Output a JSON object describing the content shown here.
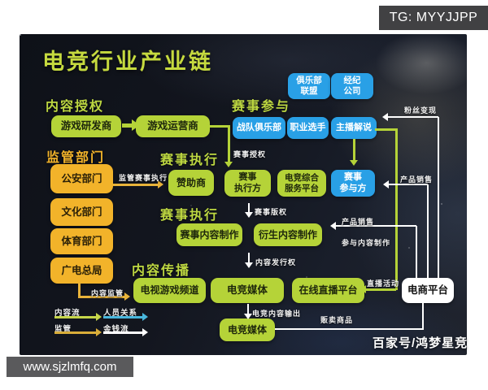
{
  "title": "电竞行业产业链",
  "watermarks": {
    "tg_badge": "TG: MYYJJPP",
    "site_badge": "www.sjzlmfq.com",
    "credit": "百家号/鸿梦星竞"
  },
  "sections": {
    "content_license": "内容授权",
    "regulators": "监管部门",
    "event_participation": "赛事参与",
    "event_execution_a": "赛事执行",
    "event_execution_b": "赛事执行",
    "content_distribution": "内容传播"
  },
  "nodes": {
    "game_developer": {
      "label": "游戏研发商",
      "type": "green"
    },
    "game_operator": {
      "label": "游戏运营商",
      "type": "green"
    },
    "club_alliance": {
      "label": "俱乐部\n联盟",
      "type": "blue"
    },
    "agency": {
      "label": "经纪\n公司",
      "type": "blue"
    },
    "team_club": {
      "label": "战队俱乐部",
      "type": "blue"
    },
    "pro_player": {
      "label": "职业选手",
      "type": "blue"
    },
    "anchor_commentator": {
      "label": "主播解说",
      "type": "blue"
    },
    "public_security": {
      "label": "公安部门",
      "type": "yellow"
    },
    "culture_dept": {
      "label": "文化部门",
      "type": "yellow"
    },
    "sports_dept": {
      "label": "体育部门",
      "type": "yellow"
    },
    "broadcast_bureau": {
      "label": "广电总局",
      "type": "yellow"
    },
    "sponsor": {
      "label": "赞助商",
      "type": "green"
    },
    "event_executor": {
      "label": "赛事\n执行方",
      "type": "green"
    },
    "esports_service_platform": {
      "label": "电竞综合\n服务平台",
      "type": "green"
    },
    "event_participant": {
      "label": "赛事\n参与方",
      "type": "blue"
    },
    "event_content_creation": {
      "label": "赛事内容制作",
      "type": "green"
    },
    "derivative_content_creation": {
      "label": "衍生内容制作",
      "type": "green"
    },
    "tv_game_channel": {
      "label": "电视游戏频道",
      "type": "green"
    },
    "esports_media_upper": {
      "label": "电竞媒体",
      "type": "green"
    },
    "online_live_platform": {
      "label": "在线直播平台",
      "type": "green"
    },
    "ecommerce_platform": {
      "label": "电商平台",
      "type": "white"
    },
    "esports_media_lower": {
      "label": "电竞媒体",
      "type": "green"
    }
  },
  "edge_labels": {
    "event_license": "赛事授权",
    "supervise_event_execution": "监管赛事执行",
    "event_copyright": "赛事版权",
    "content_supervision": "内容监管",
    "content_publish_right": "内容发行权",
    "esports_content_output": "电竞内容输出",
    "fan_monetization": "粉丝变现",
    "product_sales_upper": "产品销售",
    "product_sales_lower": "产品销售",
    "participate_content_creation": "参与内容制作",
    "live_activity": "直播活动",
    "sell_goods": "贩卖商品"
  },
  "legend": {
    "content_flow": "内容流",
    "personnel_relation": "人员关系",
    "supervision": "监管",
    "money_flow": "金钱流"
  },
  "colors": {
    "node_green": "#b5d338",
    "node_yellow": "#f2b32a",
    "node_blue": "#29a0e6",
    "node_white": "#ffffff",
    "arrow_green": "#b5d338",
    "arrow_yellow": "#e8b33a",
    "arrow_blue": "#49b7dd",
    "arrow_white": "#ffffff"
  }
}
